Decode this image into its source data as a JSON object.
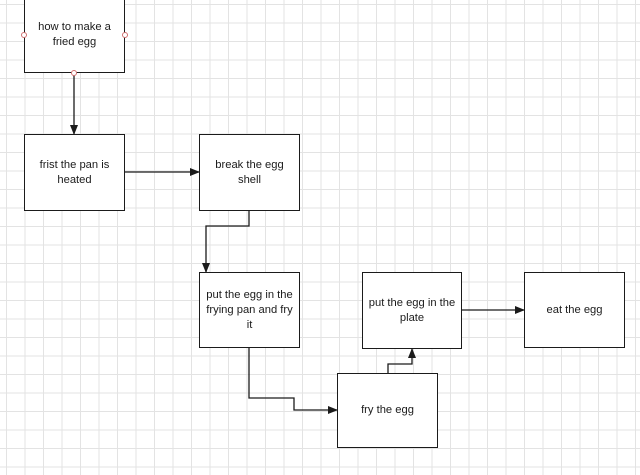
{
  "diagram": {
    "nodes": [
      {
        "id": "start",
        "label": "how to make a fried egg"
      },
      {
        "id": "heat",
        "label": "frist the pan is heated"
      },
      {
        "id": "break",
        "label": "break the egg shell"
      },
      {
        "id": "put_pan",
        "label": "put the egg in the frying pan and fry it"
      },
      {
        "id": "fry",
        "label": "fry the egg"
      },
      {
        "id": "put_plate",
        "label": "put the egg in the plate"
      },
      {
        "id": "eat",
        "label": "eat the egg"
      }
    ],
    "edges": [
      {
        "from": "start",
        "to": "heat"
      },
      {
        "from": "heat",
        "to": "break"
      },
      {
        "from": "break",
        "to": "put_pan"
      },
      {
        "from": "put_pan",
        "to": "fry"
      },
      {
        "from": "fry",
        "to": "put_plate"
      },
      {
        "from": "put_plate",
        "to": "eat"
      }
    ],
    "colors": {
      "stroke": "#1b1b1b",
      "grid": "#e3e3e3",
      "selection_handle": "#d07070"
    }
  }
}
